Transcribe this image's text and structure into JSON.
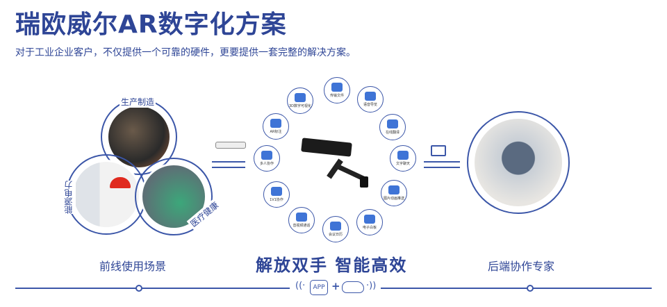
{
  "title": "瑞欧威尔AR数字化方案",
  "subtitle": "对于工业企业客户，不仅提供一个可靠的硬件，更要提供一套完整的解决方案。",
  "scenes": {
    "manufacturing": "生产制造",
    "energy": "能源电力",
    "medical": "医疗健康"
  },
  "features": [
    "传输文件",
    "语音导览",
    "在线翻译",
    "文字聊天",
    "图片动画推送",
    "电子白板",
    "会议日历",
    "音视频通话",
    "1V1协作",
    "多人协作",
    "AR标注",
    "3D数字可视化"
  ],
  "bottom": {
    "left": "前线使用场景",
    "center": "解放双手 智能高效",
    "right": "后端协作专家",
    "app": "APP",
    "plus": "+"
  },
  "colors": {
    "brand": "#2e4596",
    "accent": "#3b56a8"
  }
}
